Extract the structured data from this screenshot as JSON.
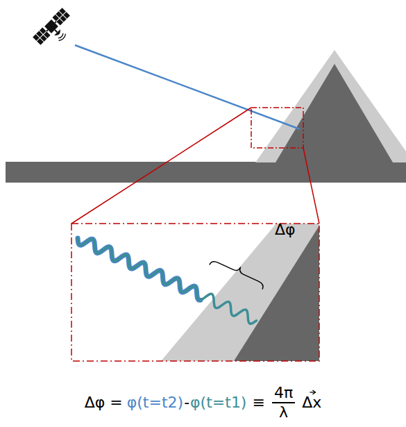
{
  "diagram": {
    "labels": [
      "Δφ",
      "Δφ =",
      "φ(t=t2)",
      "-",
      "φ(t=t1)",
      "≡",
      "4π",
      "λ",
      "Δx"
    ]
  }
}
